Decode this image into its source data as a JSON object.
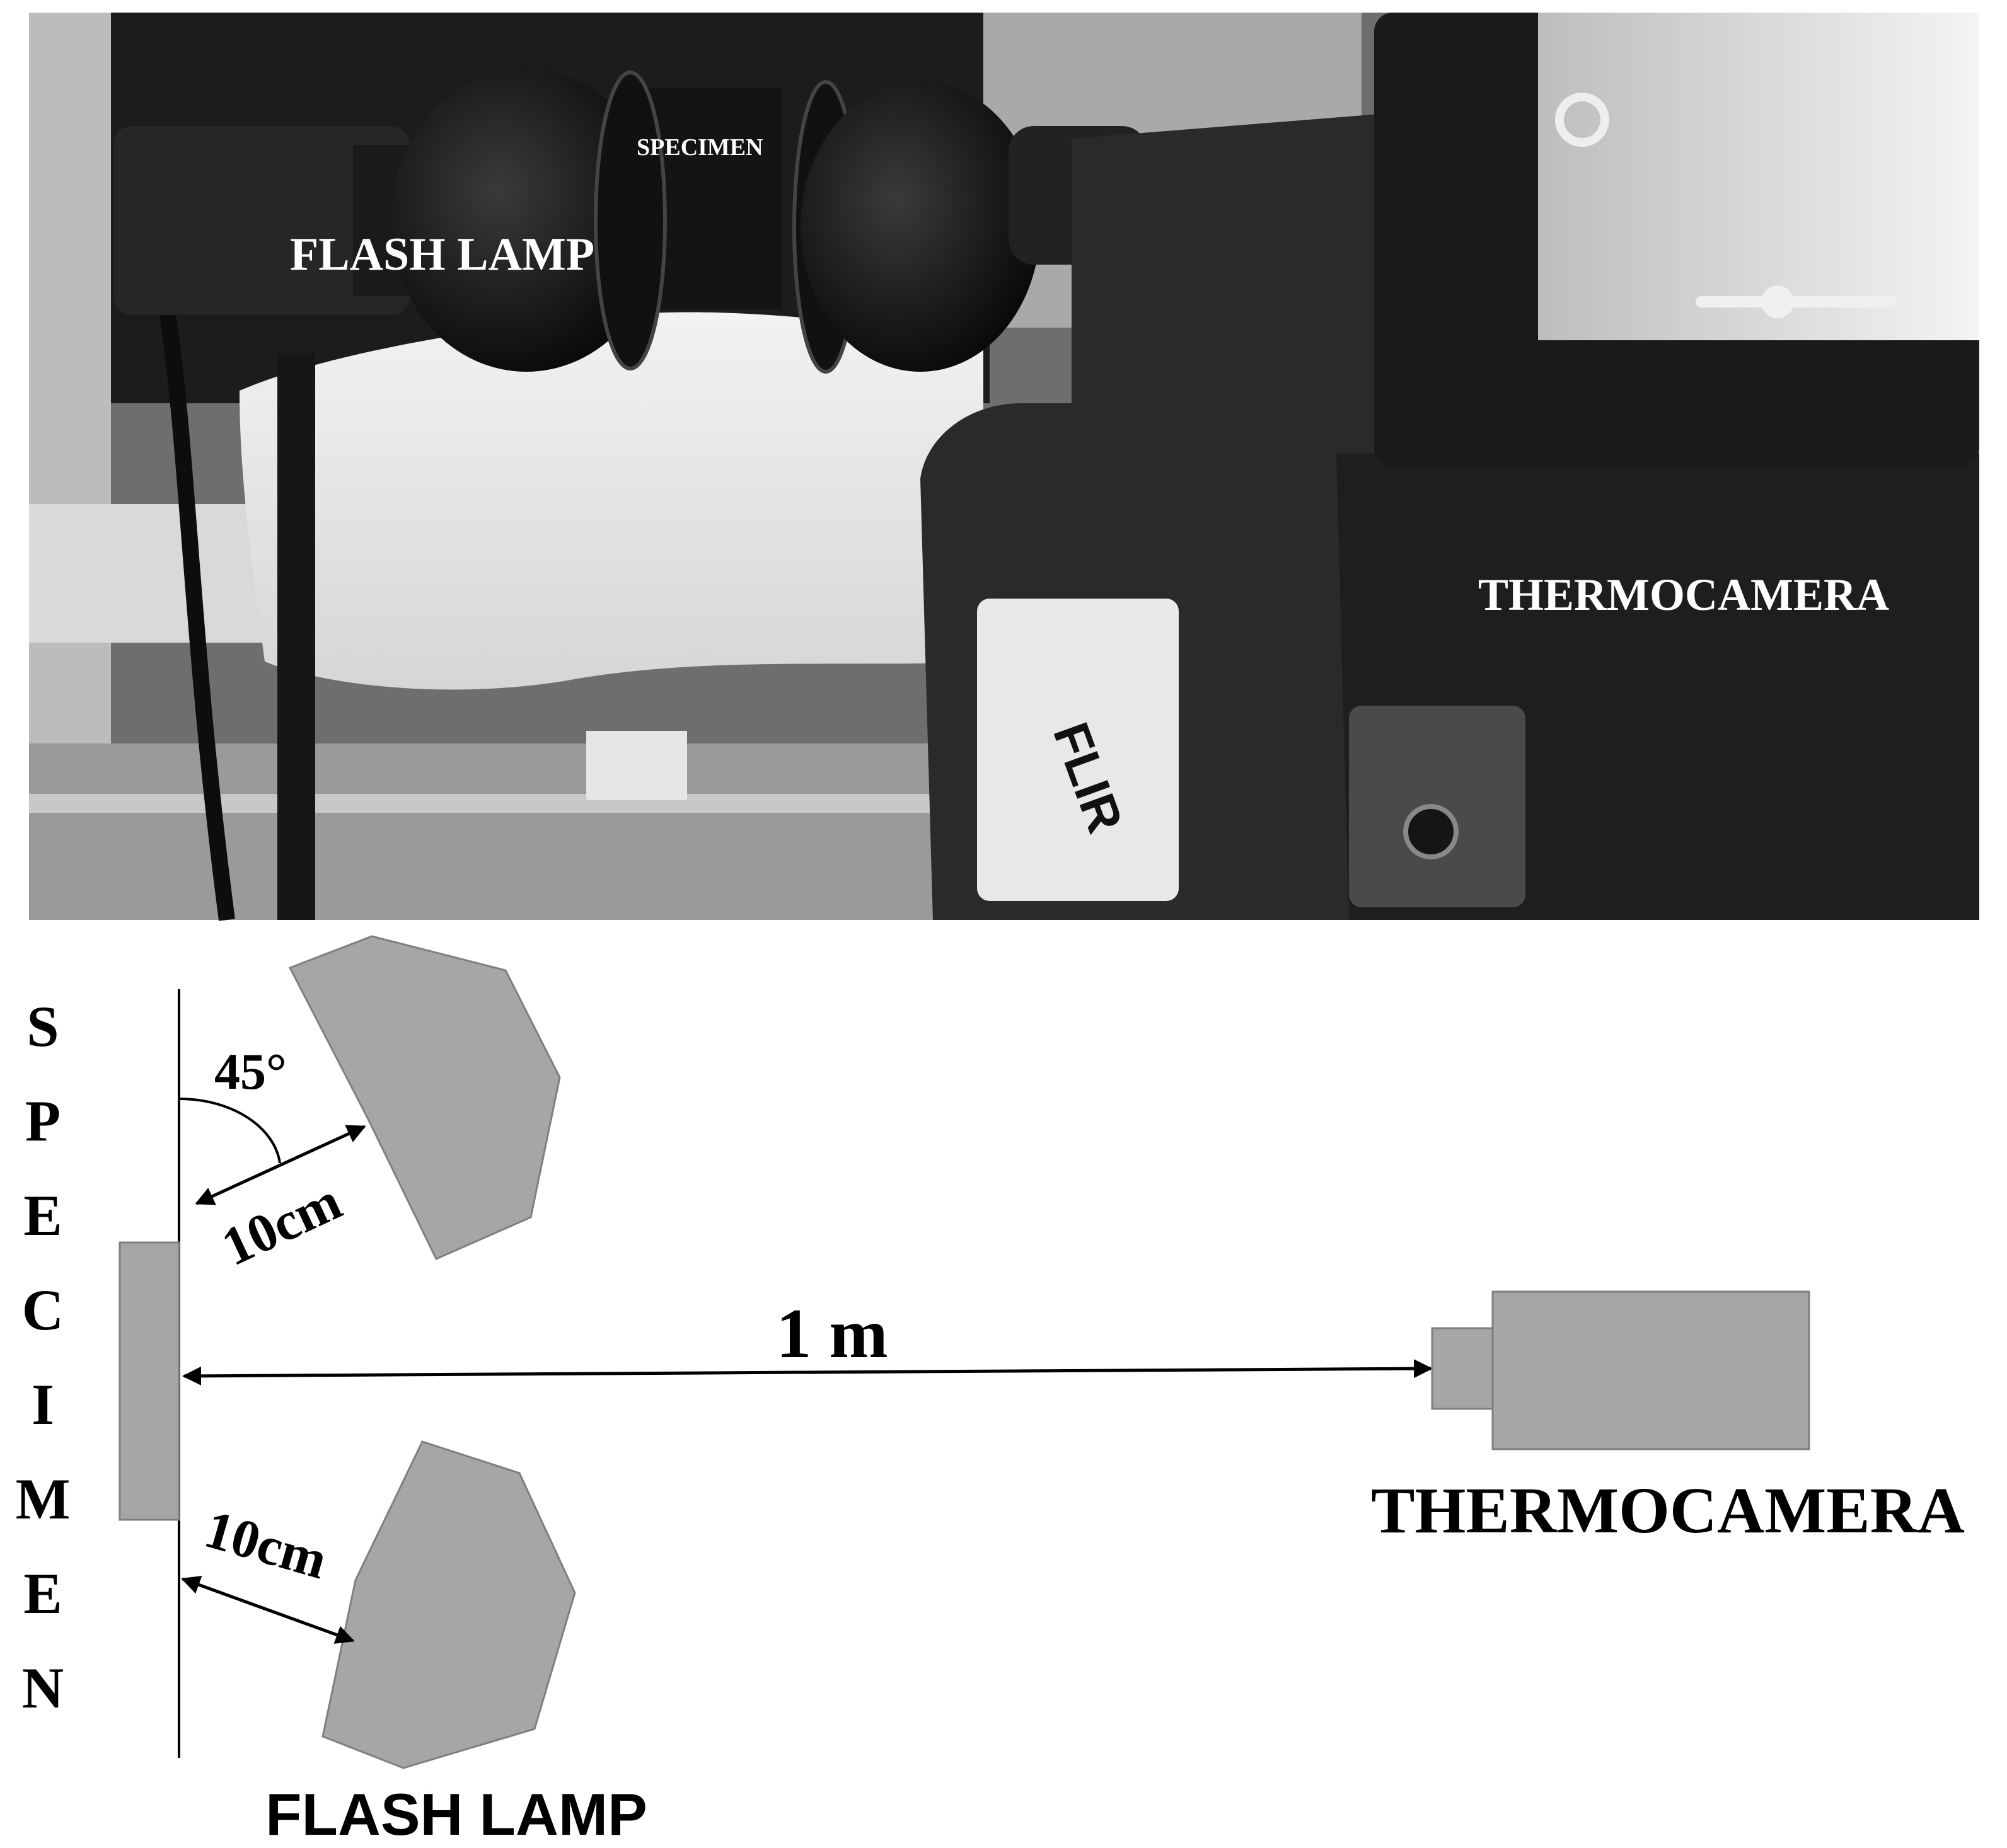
{
  "photo": {
    "labels": {
      "flash_lamp": "FLASH LAMP",
      "specimen": "SPECIMEN",
      "thermocamera": "THERMOCAMERA",
      "camera_brand": "FLIR"
    }
  },
  "diagram": {
    "specimen_letters": [
      "S",
      "P",
      "E",
      "C",
      "I",
      "M",
      "E",
      "N"
    ],
    "angle_label": "45°",
    "distance_lamp_top": "10cm",
    "distance_lamp_bottom": "10cm",
    "distance_camera": "1 m",
    "thermocamera_label": "THERMOCAMERA",
    "flash_lamp_label": "FLASH LAMP"
  },
  "colors": {
    "shape_fill": "#a6a6a6",
    "shape_stroke": "#7f7f7f",
    "line": "#000000"
  }
}
